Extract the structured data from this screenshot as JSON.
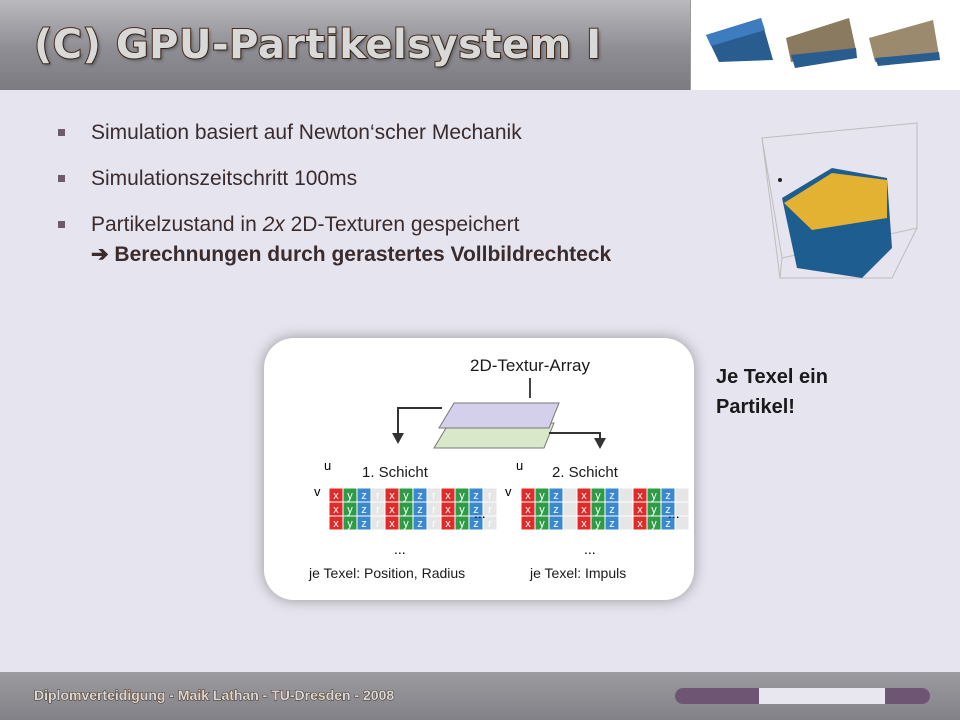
{
  "slide": {
    "title": "(C) GPU-Partikelsystem I",
    "bullets": [
      {
        "text": "Simulation basiert auf Newton‘scher Mechanik"
      },
      {
        "text": "Simulationszeitschritt 100ms"
      },
      {
        "text_before": "Partikelzustand in ",
        "text_em": "2x",
        "text_after": " 2D-Texturen gespeichert",
        "sub": "➔ Berechnungen durch gerastertes Vollbildrechteck"
      }
    ],
    "note": "Je Texel ein Partikel!"
  },
  "diagram": {
    "title": "2D-Textur-Array",
    "layer1_label": "1. Schicht",
    "layer2_label": "2. Schicht",
    "axis_u": "u",
    "axis_v": "v",
    "cell_letters": [
      "x",
      "y",
      "z",
      "r"
    ],
    "ellipsis": "...",
    "caption1": "je Texel: Position, Radius",
    "caption2": "je Texel: Impuls"
  },
  "footer": {
    "text": "Diplomverteidigung - Maik Lathan - TU-Dresden - 2008",
    "progress_fraction": 0.5
  },
  "colors": {
    "x_cell": "#e02b2b",
    "y_cell": "#2e9b45",
    "z_cell": "#3a88d0",
    "r_cell": "#e6e6e6",
    "accent": "#6e5574"
  }
}
